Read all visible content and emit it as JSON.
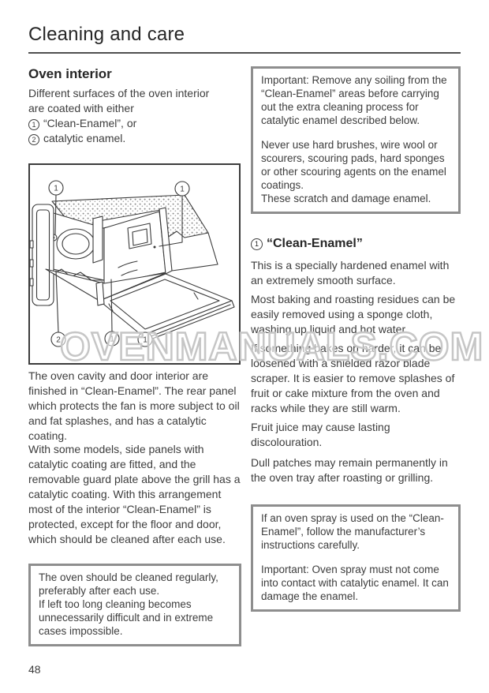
{
  "page": {
    "title": "Cleaning and care",
    "page_number": "48",
    "watermark": "OVENMANUALS.COM"
  },
  "left_column": {
    "section_heading": "Oven interior",
    "intro": {
      "line1": "Different surfaces of the oven interior",
      "line2": "are coated with either",
      "item1_num": "1",
      "item1_text": "“Clean-Enamel”, or",
      "item2_num": "2",
      "item2_text": "catalytic enamel."
    },
    "diagram": {
      "description": "oven-interior-line-drawing-with-open-door",
      "callouts": [
        "1",
        "1",
        "2",
        "1",
        "1"
      ]
    },
    "para1": "The oven cavity and door interior are finished in “Clean-Enamel”. The rear panel which protects the fan is more subject to oil and fat splashes, and has a catalytic coating.",
    "para2": "With some models, side panels with catalytic coating are fitted, and the removable guard plate above the grill has a catalytic coating. With this arrangement most of the interior “Clean-Enamel” is protected, except for the floor and door, which should be cleaned after each use.",
    "note_box": {
      "para1": "The oven should be cleaned regularly, preferably after each use.",
      "para2": "If left too long cleaning becomes unnecessarily difficult and in extreme cases impossible."
    }
  },
  "right_column": {
    "warning_box": {
      "para1": "Important: Remove any soiling from the “Clean-Enamel” areas before carrying out the extra cleaning process for catalytic enamel described below.",
      "para2": "Never use hard brushes, wire wool or scourers, scouring pads, hard sponges or other scouring agents on the enamel coatings.",
      "para3": "These scratch and damage enamel."
    },
    "subsection": {
      "num": "1",
      "heading": "“Clean-Enamel”",
      "para1": "This is a specially hardened enamel with an extremely smooth surface.",
      "para2": "Most baking and roasting residues can be easily removed using a sponge cloth, washing up liquid and hot water.",
      "para3": "If something bakes on harder, it can be loosened with a shielded razor blade scraper. It is easier to remove splashes of fruit or cake mixture from the oven and racks while they are still warm.",
      "para4": "Fruit juice may cause lasting discolouration.",
      "para5": "Dull patches may remain permanently in the oven tray after roasting or grilling."
    },
    "spray_box": {
      "para1": "If an oven spray is used on the “Clean-Enamel”, follow the manufacturer’s instructions carefully.",
      "para2": "Important: Oven spray must not come into contact with catalytic enamel. It can damage the enamel."
    }
  }
}
